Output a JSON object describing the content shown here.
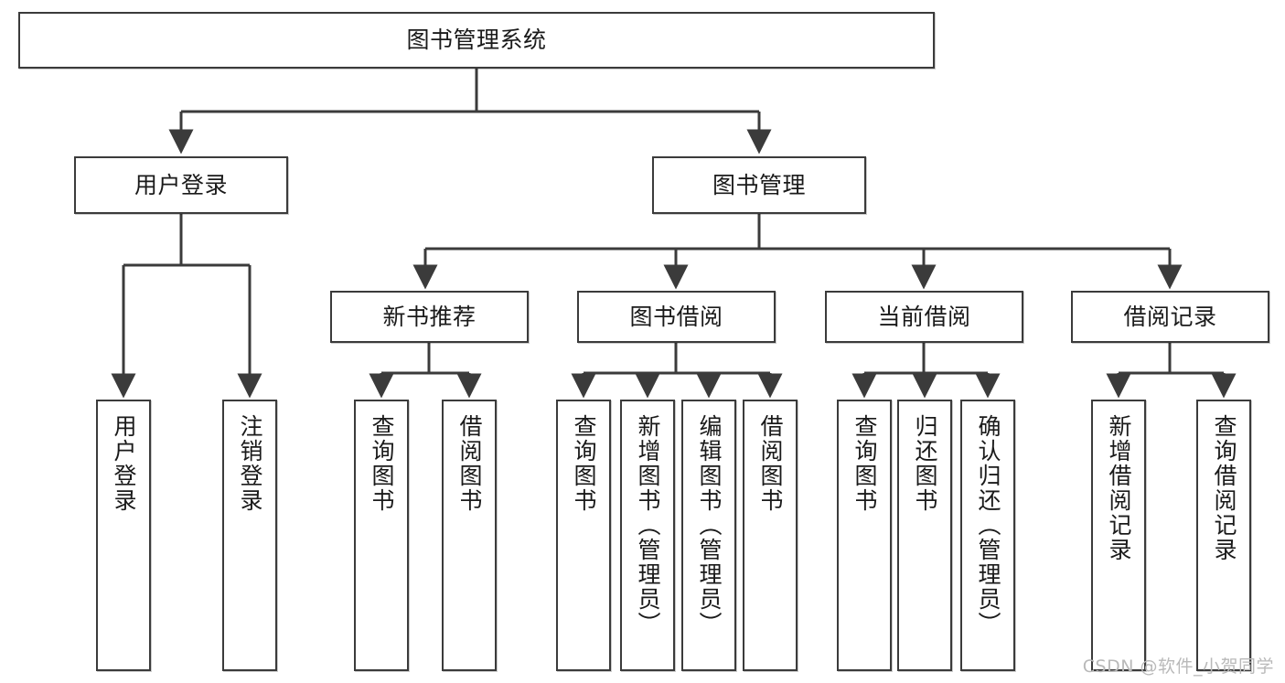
{
  "diagram": {
    "title": "图书管理系统",
    "type": "tree-hierarchy-chart",
    "stroke_color": "#3b3b3b",
    "fill_color": "#ffffff",
    "text_color": "#1a1a1a"
  },
  "nodes": {
    "root": {
      "label": "图书管理系统"
    },
    "level2": [
      {
        "id": "user_login",
        "label": "用户登录"
      },
      {
        "id": "book_manage",
        "label": "图书管理"
      }
    ],
    "level3": [
      {
        "id": "new_book_rec",
        "label": "新书推荐"
      },
      {
        "id": "book_borrow",
        "label": "图书借阅"
      },
      {
        "id": "current_borrow",
        "label": "当前借阅"
      },
      {
        "id": "borrow_record",
        "label": "借阅记录"
      }
    ],
    "leaves": [
      {
        "id": "leaf_user_login",
        "label": "用户登录",
        "parent": "user_login"
      },
      {
        "id": "leaf_logout",
        "label": "注销登录",
        "parent": "user_login"
      },
      {
        "id": "leaf_query_book_1",
        "label": "查询图书",
        "parent": "new_book_rec"
      },
      {
        "id": "leaf_borrow_book_1",
        "label": "借阅图书",
        "parent": "new_book_rec"
      },
      {
        "id": "leaf_query_book_2",
        "label": "查询图书",
        "parent": "book_borrow"
      },
      {
        "id": "leaf_add_book",
        "label": "新增图书（管理员）",
        "parent": "book_borrow"
      },
      {
        "id": "leaf_edit_book",
        "label": "编辑图书（管理员）",
        "parent": "book_borrow"
      },
      {
        "id": "leaf_borrow_book_2",
        "label": "借阅图书",
        "parent": "book_borrow"
      },
      {
        "id": "leaf_query_book_3",
        "label": "查询图书",
        "parent": "current_borrow"
      },
      {
        "id": "leaf_return_book",
        "label": "归还图书",
        "parent": "current_borrow"
      },
      {
        "id": "leaf_confirm_return",
        "label": "确认归还（管理员）",
        "parent": "current_borrow"
      },
      {
        "id": "leaf_add_record",
        "label": "新增借阅记录",
        "parent": "borrow_record"
      },
      {
        "id": "leaf_query_record",
        "label": "查询借阅记录",
        "parent": "borrow_record"
      }
    ]
  },
  "watermark": {
    "text": "CSDN @软件_小贺同学"
  }
}
